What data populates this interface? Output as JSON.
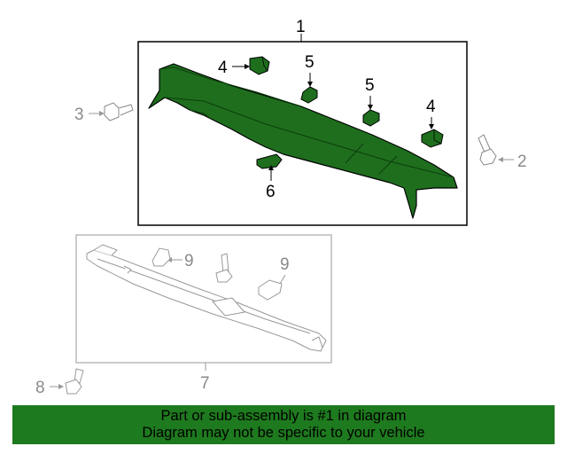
{
  "callouts": {
    "c1": "1",
    "c2": "2",
    "c3": "3",
    "c4a": "4",
    "c4b": "4",
    "c5a": "5",
    "c5b": "5",
    "c6": "6",
    "c7": "7",
    "c8": "8",
    "c9a": "9",
    "c9b": "9"
  },
  "banner": {
    "line1": "Part or sub-assembly is #1 in diagram",
    "line2": "Diagram may not be specific to your vehicle"
  },
  "colors": {
    "highlight_part": "#1e6e1e",
    "banner_bg": "#1e7a1e",
    "secondary_lines": "#9a9a9a"
  }
}
